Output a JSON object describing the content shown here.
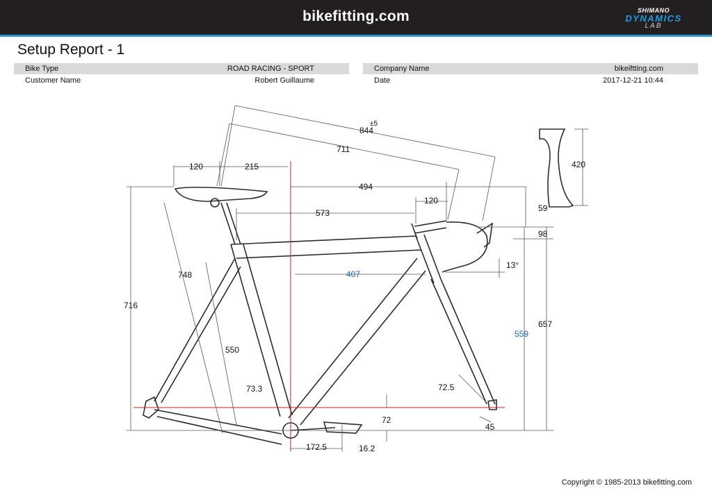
{
  "header": {
    "brand": "bikefitting.com",
    "partner_line1": "SHIMANO",
    "partner_line2": "DYNAMICS",
    "partner_line3": "LAB"
  },
  "report": {
    "title": "Setup Report - 1"
  },
  "info": {
    "bike_type_label": "Bike Type",
    "bike_type_value": "ROAD RACING - SPORT",
    "customer_label": "Customer Name",
    "customer_value": "Robert Guillaume",
    "company_label": "Company Name",
    "company_value": "bikeiftting.com",
    "date_label": "Date",
    "date_value": "2017-12-21 10:44"
  },
  "dimensions": {
    "saddle_to_bar_reach": "844",
    "tolerance": "±5",
    "saddle_to_hood": "711",
    "saddle_setback": "120",
    "saddle_nose_to_bb": "215",
    "bb_to_bar": "494",
    "stem_length": "120",
    "top_tube": "573",
    "saddle_height_vertical": "716",
    "saddle_height": "748",
    "seat_tube": "550",
    "seat_angle": "73.3",
    "reach_frame": "407",
    "stack_frame": "559",
    "bar_height": "657",
    "bar_drop": "59",
    "stem_offset": "98",
    "hood_angle": "13°",
    "bar_width": "420",
    "head_angle": "72.5",
    "fork_offset": "45",
    "bb_drop": "72",
    "crank_length": "172.5",
    "pedal_height": "16.2"
  },
  "footer": {
    "copyright": "Copyright © 1985-2013 bikefitting.com"
  },
  "colors": {
    "accent": "#1b9ce0",
    "header_bg": "#231f20",
    "guide_red": "#cc2222",
    "highlight_blue": "#1565c0"
  }
}
